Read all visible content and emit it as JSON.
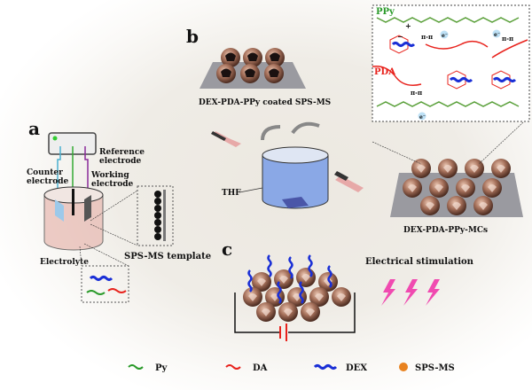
{
  "panels": {
    "a": "a",
    "b": "b",
    "c": "c"
  },
  "panel_a": {
    "reference_electrode": [
      "Reference",
      "electrode"
    ],
    "counter_electrode": [
      "Counter",
      "electrode"
    ],
    "working_electrode": [
      "Working",
      "electrode"
    ],
    "electrolyte": "Electrolyte",
    "template": "SPS-MS template"
  },
  "panel_b": {
    "coated": "DEX-PDA-PPy coated SPS-MS",
    "solvent": "THF",
    "product": "DEX-PDA-PPy-MCs",
    "inset": {
      "ppy": "PPy",
      "pda": "PDA",
      "pi_pi": "π-π",
      "electron": "e⁻",
      "plus": "+",
      "minus": "−"
    }
  },
  "panel_c": {
    "stimulation": "Electrical stimulation"
  },
  "legend": [
    {
      "label": "Py",
      "color": "#2a9a2a",
      "icon": "green-wave"
    },
    {
      "label": "DA",
      "color": "#e8231d",
      "icon": "red-wave"
    },
    {
      "label": "DEX",
      "color": "#1a2fd6",
      "icon": "blue-coil"
    },
    {
      "label": "SPS-MS",
      "color": "#e8821e",
      "icon": "orange-dot"
    }
  ],
  "colors": {
    "ppy": "#4a9a2a",
    "pda": "#e8231d",
    "dex": "#1a2fd6",
    "sphere": "#8a5a45",
    "lightning": "#f04ab0"
  }
}
